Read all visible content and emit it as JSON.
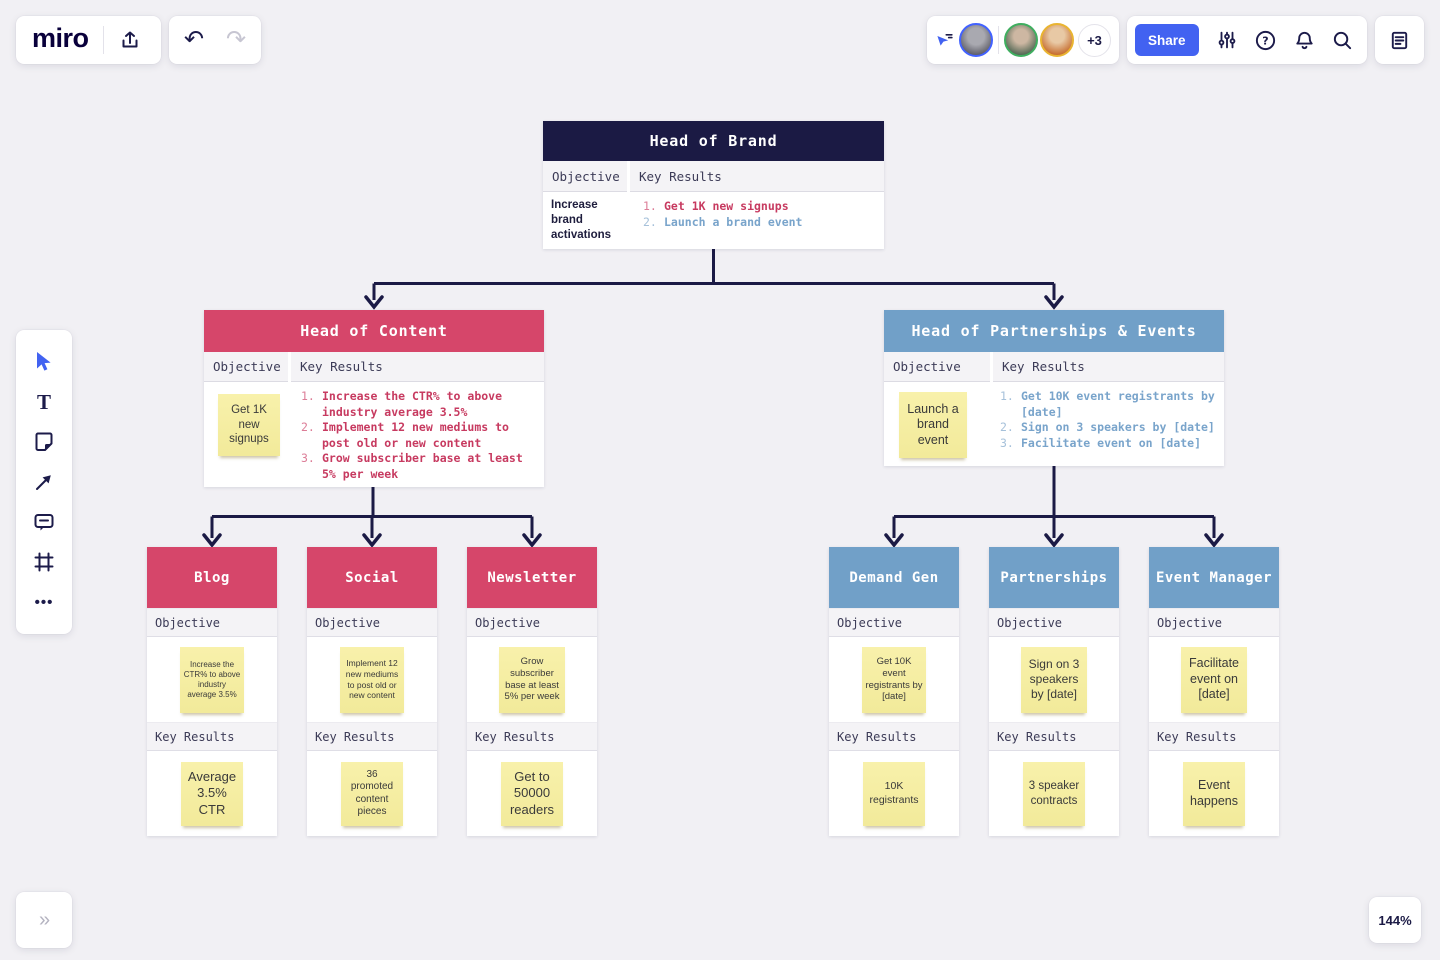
{
  "topbar": {
    "logo": "miro",
    "undo_glyph": "↶",
    "redo_glyph": "↷",
    "overflow_count": "+3",
    "share_label": "Share"
  },
  "icons": {
    "text_tool_glyph": "T",
    "help_glyph": "?",
    "more_dots": "•••",
    "collapse_glyphs": "»"
  },
  "zoom_indicator": "144%",
  "labels": {
    "objective": "Objective",
    "key_results": "Key Results"
  },
  "root": {
    "title": "Head of Brand",
    "objective": "Increase brand activations",
    "key_results": [
      {
        "num": "1.",
        "text": "Get 1K new signups"
      },
      {
        "num": "2.",
        "text": "Launch a brand event"
      }
    ]
  },
  "departments": [
    {
      "title": "Head of Content",
      "objective_sticky": "Get 1K new signups",
      "key_results": [
        {
          "num": "1.",
          "text": "Increase the CTR% to above industry average 3.5%"
        },
        {
          "num": "2.",
          "text": "Implement 12 new mediums to post old or new content"
        },
        {
          "num": "3.",
          "text": "Grow subscriber base at least 5% per week"
        }
      ]
    },
    {
      "title": "Head of Partnerships & Events",
      "objective_sticky": "Launch a brand event",
      "key_results": [
        {
          "num": "1.",
          "text": "Get 10K event registrants by [date]"
        },
        {
          "num": "2.",
          "text": "Sign on 3 speakers by [date]"
        },
        {
          "num": "3.",
          "text": "Facilitate event on [date]"
        }
      ]
    }
  ],
  "teams": [
    {
      "title": "Blog",
      "objective": "Increase the CTR% to above industry average 3.5%",
      "key_result": "Average 3.5% CTR"
    },
    {
      "title": "Social",
      "objective": "Implement 12 new mediums to post old or new content",
      "key_result": "36 promoted content pieces"
    },
    {
      "title": "Newsletter",
      "objective": "Grow subscriber base at least 5% per week",
      "key_result": "Get to 50000 readers"
    },
    {
      "title": "Demand Gen",
      "objective": "Get 10K event registrants by [date]",
      "key_result": "10K registrants"
    },
    {
      "title": "Partnerships",
      "objective": "Sign on 3 speakers by [date]",
      "key_result": "3 speaker contracts"
    },
    {
      "title": "Event Manager",
      "objective": "Facilitate event on [date]",
      "key_result": "Event happens"
    }
  ],
  "colors": {
    "brand_navy": "#1b1a44",
    "content_red": "#d6466a",
    "partnerships_blue": "#71a0c8",
    "sticky_yellow": "#f5eea3",
    "share_blue": "#4262f1",
    "connector": "#1b1a45",
    "canvas": "#f1f0f4"
  }
}
